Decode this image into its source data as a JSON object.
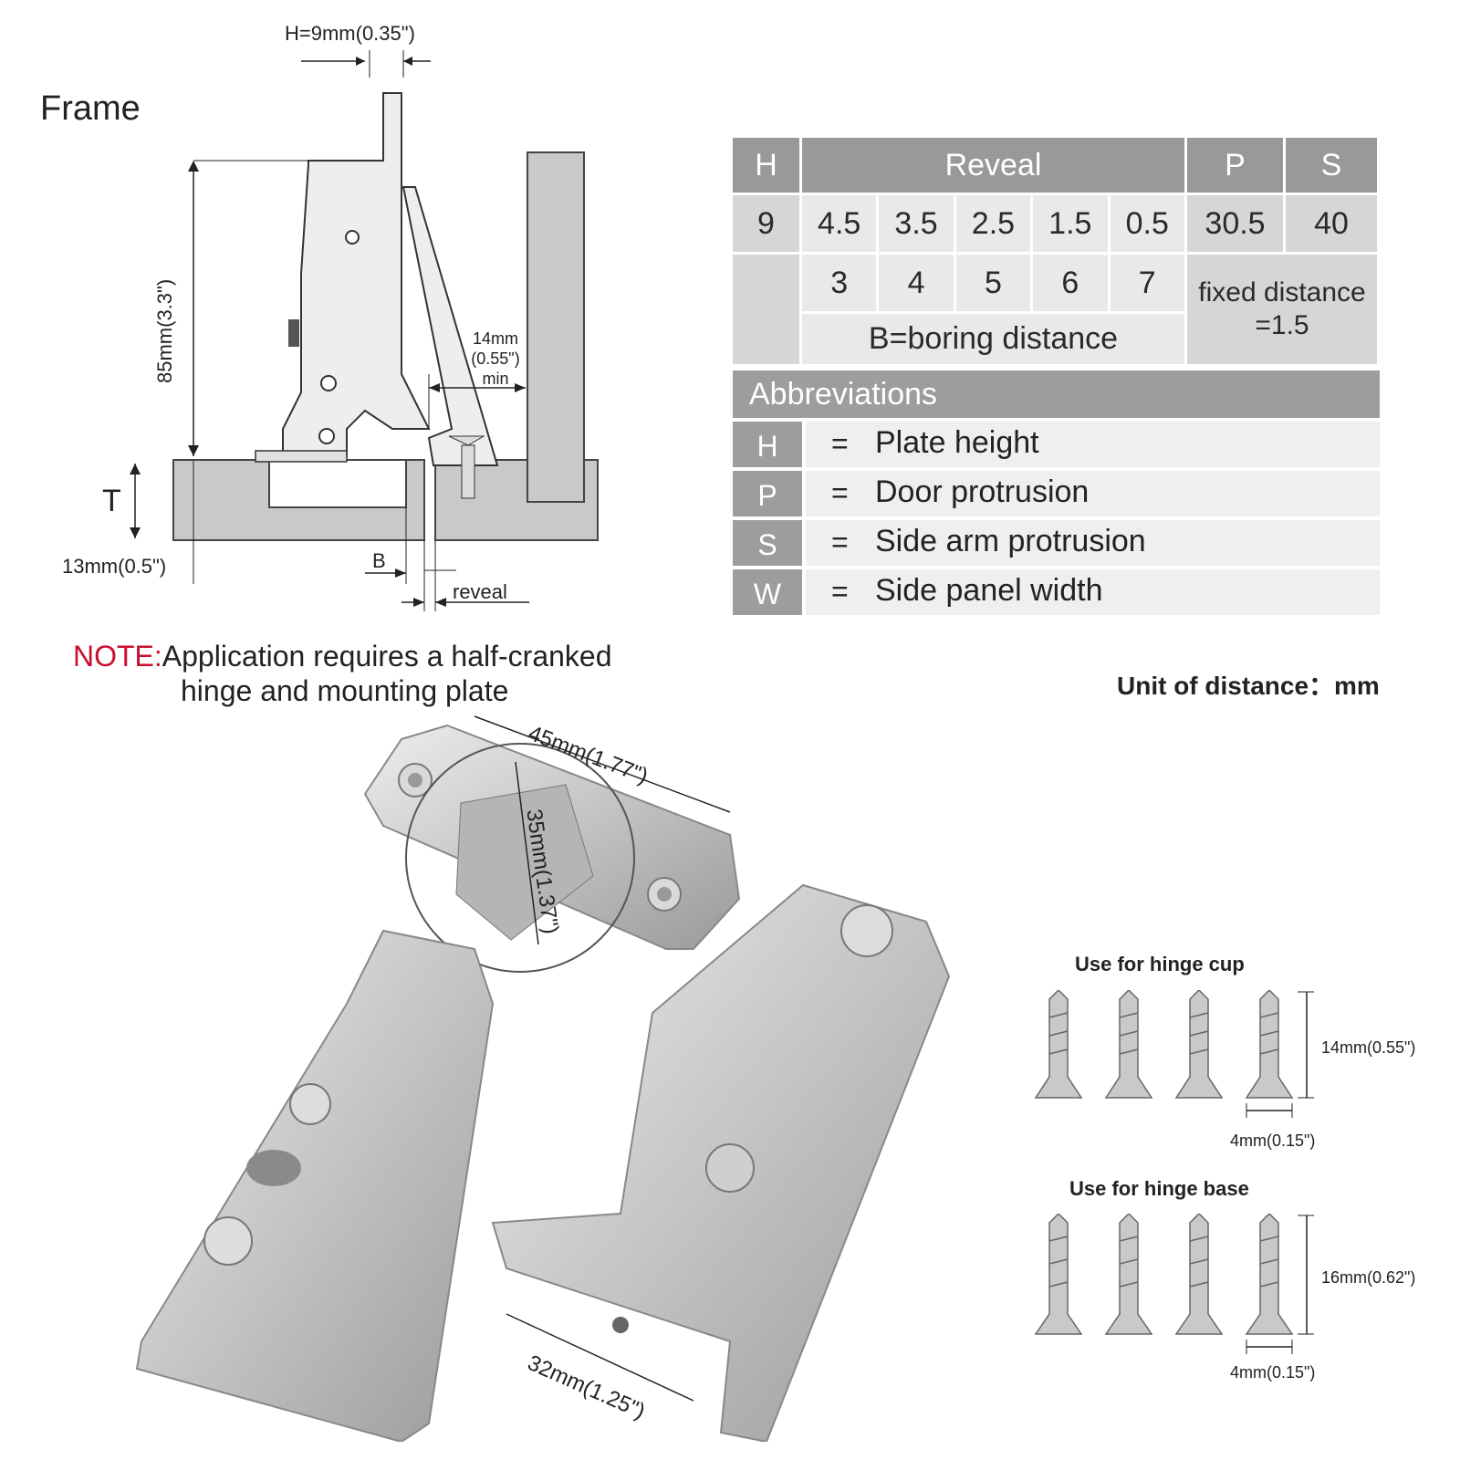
{
  "diagram": {
    "frame_label": "Frame",
    "h_label": "H=9mm(0.35\")",
    "height_label": "85mm(3.3\")",
    "t_label": "T",
    "thickness_label": "13mm(0.5\")",
    "gap_line1": "14mm",
    "gap_line2": "(0.55\")",
    "gap_line3": "min",
    "b_label": "B",
    "reveal_label": "reveal"
  },
  "spec_table": {
    "headers": [
      "H",
      "Reveal",
      "P",
      "S"
    ],
    "row1": {
      "h": "9",
      "reveal": [
        "4.5",
        "3.5",
        "2.5",
        "1.5",
        "0.5"
      ],
      "p": "30.5",
      "s": "40"
    },
    "row2": {
      "b": [
        "3",
        "4",
        "5",
        "6",
        "7"
      ],
      "b_caption": "B=boring distance",
      "fixed_line1": "fixed distance",
      "fixed_line2": "=1.5"
    }
  },
  "abbreviations": {
    "title": "Abbreviations",
    "items": [
      {
        "key": "H",
        "eq": "=",
        "text": "Plate height"
      },
      {
        "key": "P",
        "eq": "=",
        "text": "Door protrusion"
      },
      {
        "key": "S",
        "eq": "=",
        "text": "Side arm protrusion"
      },
      {
        "key": "W",
        "eq": "=",
        "text": "Side panel width"
      }
    ]
  },
  "note": {
    "prefix": "NOTE:",
    "line1": "Application requires a half-cranked",
    "line2": "hinge and mounting plate"
  },
  "unit_text": "Unit of distance：mm",
  "hinge": {
    "cup_width": "45mm(1.77\")",
    "cup_diameter": "35mm(1.37\")",
    "plate_width": "32mm(1.25\")"
  },
  "screws": {
    "cup": {
      "title": "Use for hinge cup",
      "length": "14mm(0.55\")",
      "width": "4mm(0.15\")"
    },
    "base": {
      "title": "Use for hinge base",
      "length": "16mm(0.62\")",
      "width": "4mm(0.15\")"
    }
  },
  "colors": {
    "note_red": "#c8102e",
    "table_header": "#999999",
    "metal": "#c8c8c8"
  }
}
